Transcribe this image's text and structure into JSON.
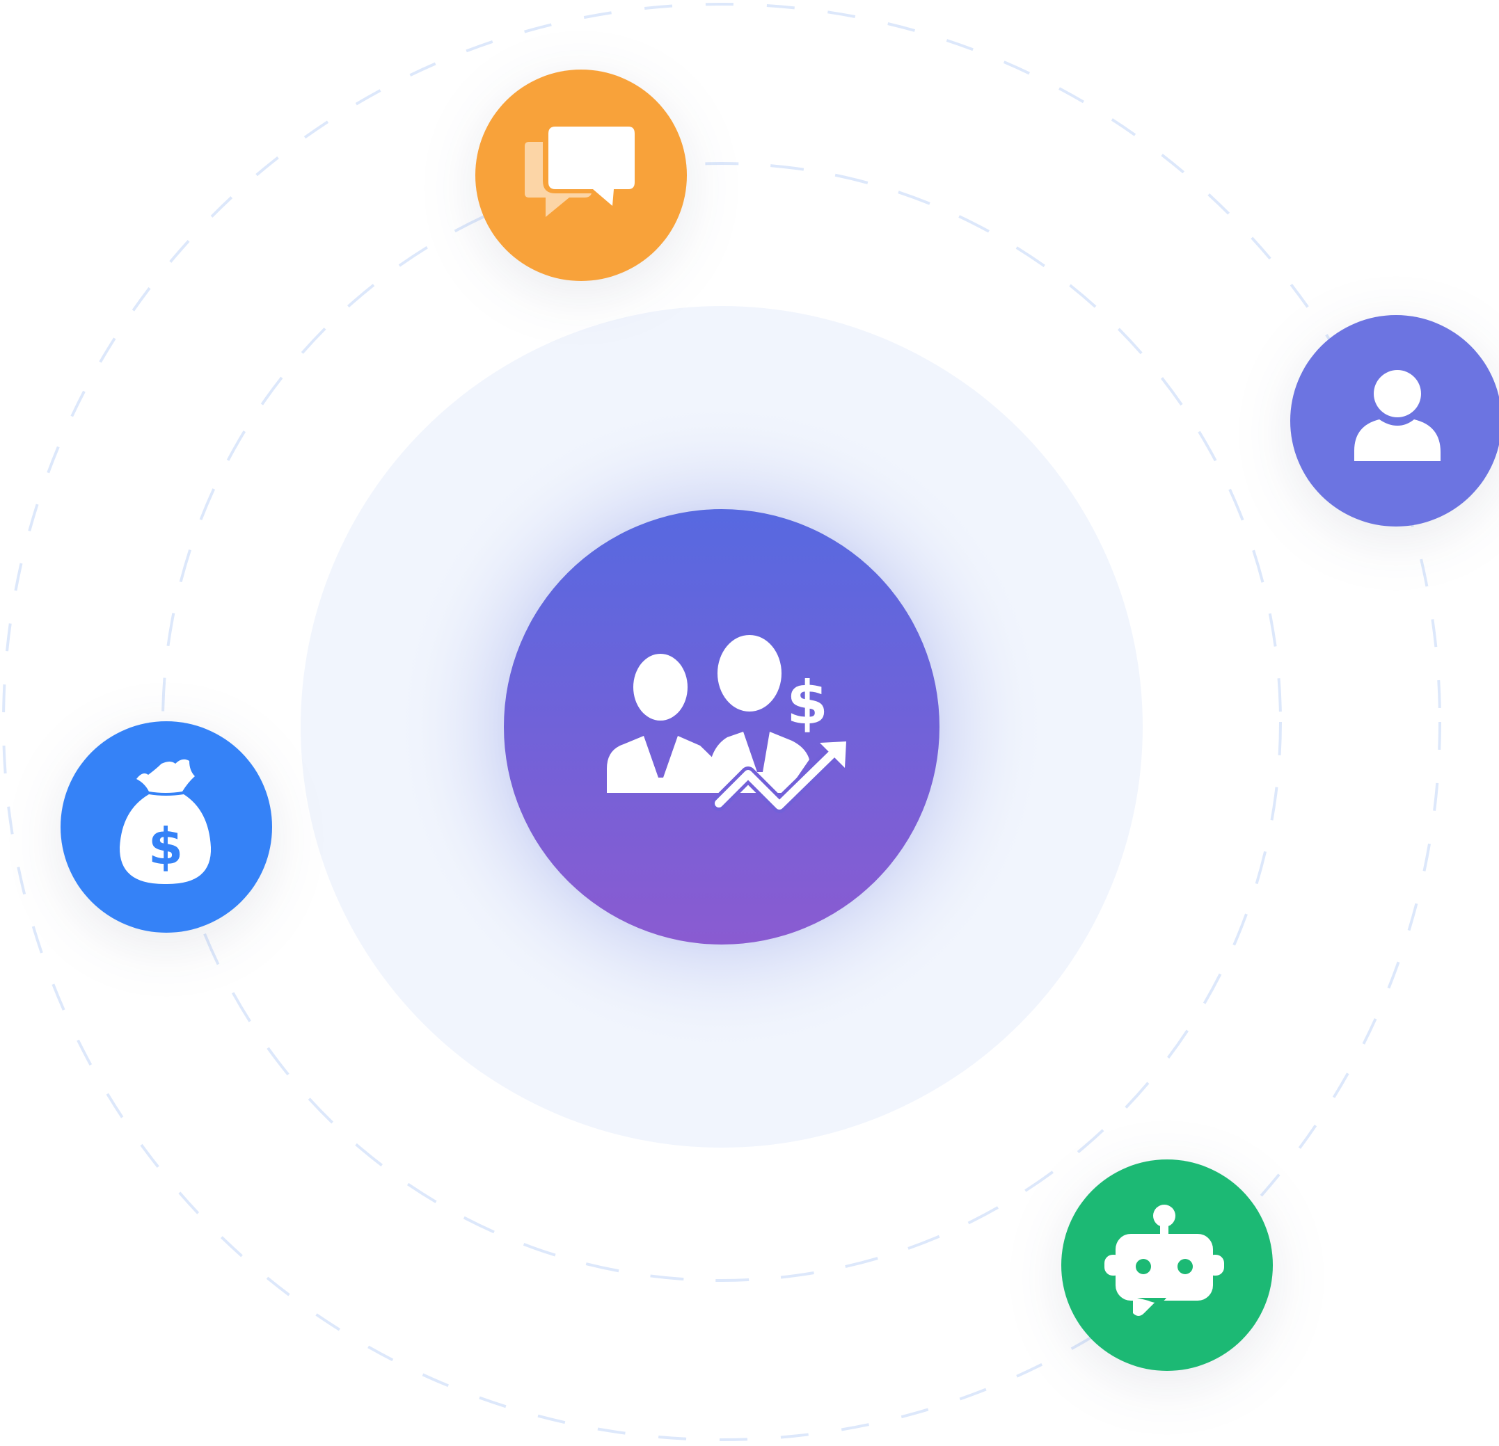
{
  "colors": {
    "background": "#ffffff",
    "halo": "#f1f5fd",
    "orbit_dash": "#dde8fb",
    "hub_gradient_top": "#5769e0",
    "hub_gradient_bottom": "#8a5bd1",
    "chat_node": "#f8a23a",
    "user_node": "#6c74e1",
    "money_node": "#3582f7",
    "bot_node": "#1cb974",
    "icon_fill": "#ffffff"
  },
  "hub": {
    "icon": "business-team-growth-icon"
  },
  "nodes": [
    {
      "key": "chat",
      "icon": "chat-bubbles-icon",
      "color": "#f8a23a"
    },
    {
      "key": "user",
      "icon": "user-icon",
      "color": "#6c74e1"
    },
    {
      "key": "money",
      "icon": "money-bag-icon",
      "color": "#3582f7"
    },
    {
      "key": "bot",
      "icon": "chatbot-icon",
      "color": "#1cb974"
    }
  ]
}
